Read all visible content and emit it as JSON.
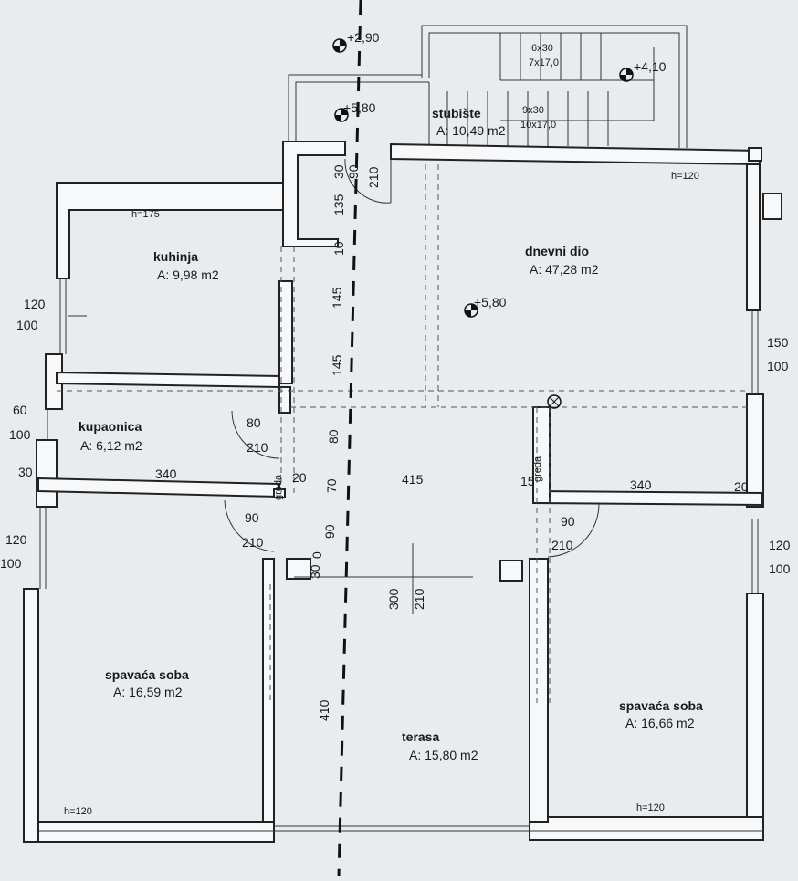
{
  "rooms": {
    "kuhinja": {
      "name": "kuhinja",
      "area": "A: 9,98 m2",
      "h": "h=175"
    },
    "kupaonica": {
      "name": "kupaonica",
      "area": "A: 6,12 m2"
    },
    "stubiste": {
      "name": "stubište",
      "area": "A: 10,49 m2"
    },
    "dnevni": {
      "name": "dnevni dio",
      "area": "A: 47,28 m2",
      "h": "h=120"
    },
    "soba_left": {
      "name": "spavaća soba",
      "area": "A: 16,59 m2",
      "h": "h=120"
    },
    "terasa": {
      "name": "terasa",
      "area": "A: 15,80 m2"
    },
    "soba_right": {
      "name": "spavaća soba",
      "area": "A: 16,66 m2",
      "h": "h=120"
    }
  },
  "levels": {
    "l1": "+2,90",
    "l2": "+5,80",
    "l3": "+4,10",
    "l4": "+5,80"
  },
  "stairs": {
    "s1": "6x30",
    "s2": "7x17,0",
    "s3": "9x30",
    "s4": "10x17,0"
  },
  "openings": {
    "kuhinja_win": {
      "w": "120",
      "h": "100"
    },
    "kupaonica_win": {
      "w": "60",
      "h": "100"
    },
    "kupaonica_door": {
      "w": "80",
      "h": "210"
    },
    "soba_left_win": {
      "w": "120",
      "h": "100"
    },
    "soba_left_door": {
      "w": "90",
      "h": "210"
    },
    "dnevni_win": {
      "w": "150",
      "h": "100"
    },
    "soba_right_door": {
      "w": "90",
      "h": "210"
    },
    "soba_right_win": {
      "w": "120",
      "h": "100"
    },
    "terasa_door": {
      "w": "300",
      "h": "210"
    },
    "entry_door": "210"
  },
  "dims": {
    "d30a": "30",
    "d90": "90",
    "d135": "135",
    "d10": "10",
    "d145a": "145",
    "d145b": "145",
    "d80": "80",
    "d70": "70",
    "d90b": "90",
    "d0": "0",
    "d30b": "30",
    "d410": "410",
    "d30c": "30",
    "d340a": "340",
    "d20a": "20",
    "d415": "415",
    "d15": "15",
    "d340b": "340",
    "d20b": "20"
  },
  "beams": {
    "left": "greda",
    "right": "greda"
  }
}
